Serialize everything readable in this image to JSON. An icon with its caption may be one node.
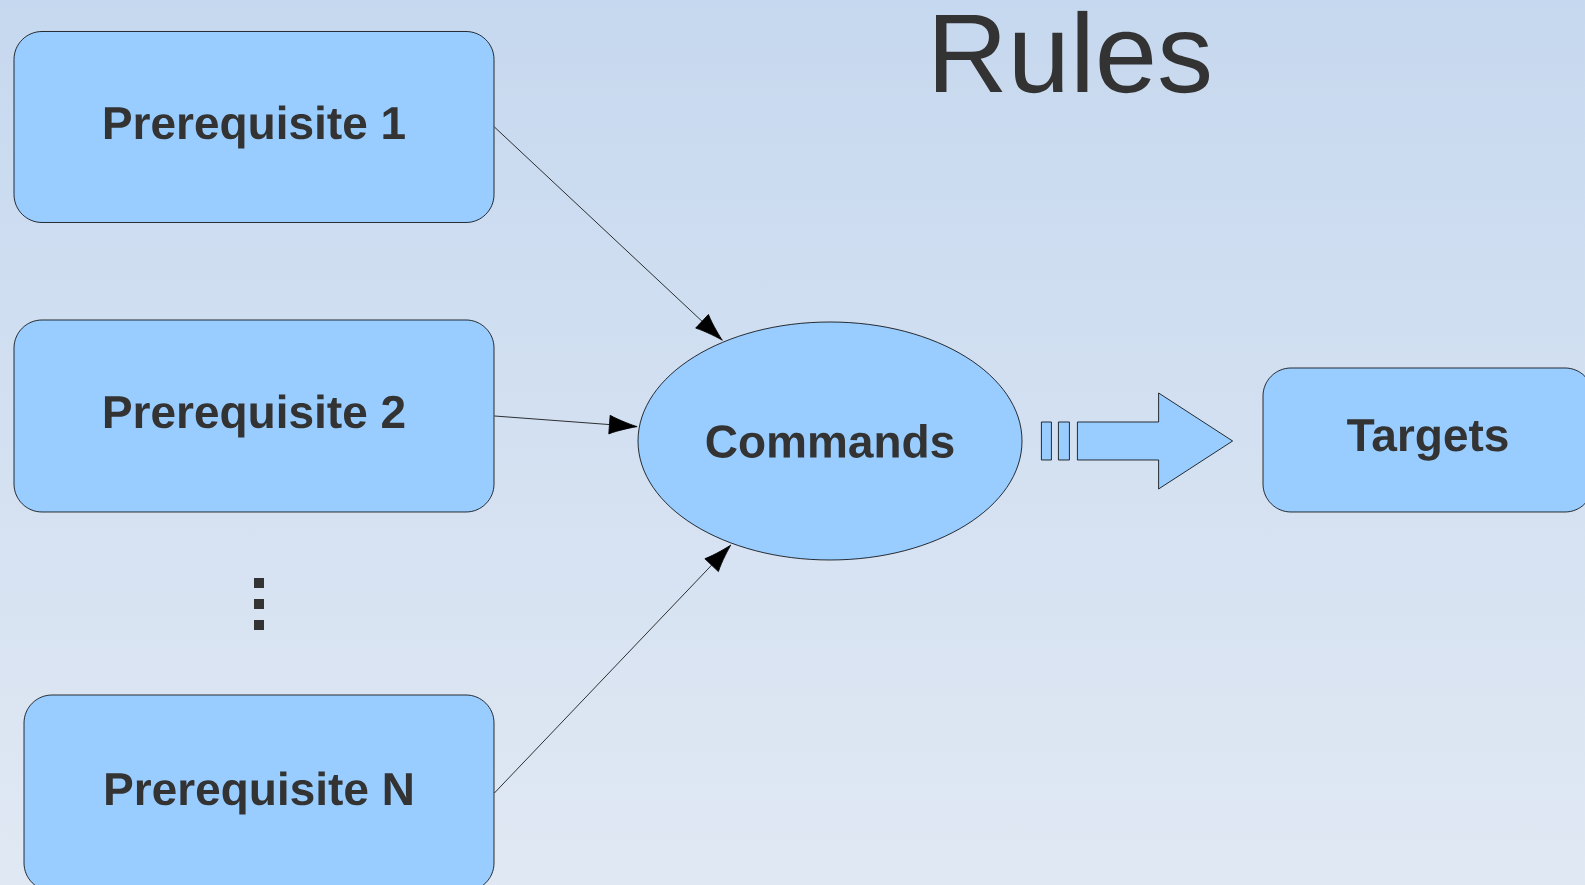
{
  "diagram": {
    "title": "Rules",
    "nodes": [
      {
        "text": [
          "Prerequisite 1"
        ]
      },
      {
        "text": [
          "Prerequisite 2"
        ]
      },
      {
        "text": [
          "Prerequisite N"
        ]
      },
      {
        "text": [
          "Commands"
        ]
      },
      {
        "text": [
          "Targets"
        ]
      }
    ],
    "edges": [
      {
        "from": 0,
        "to": 3,
        "arrow": "to"
      },
      {
        "from": 1,
        "to": 3,
        "arrow": "to"
      },
      {
        "from": 2,
        "to": 3,
        "arrow": "to"
      },
      {
        "from": 3,
        "to": 4,
        "arrow": "to",
        "style": "thick"
      }
    ]
  }
}
